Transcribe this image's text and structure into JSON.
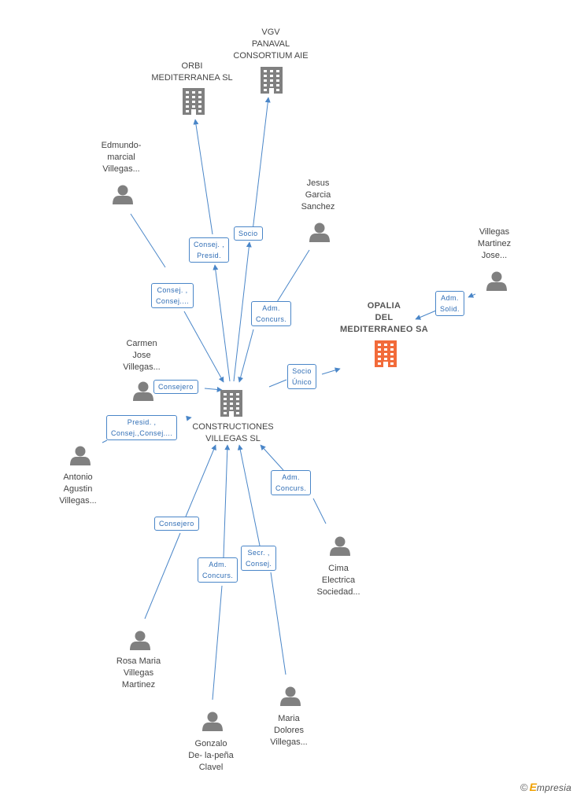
{
  "center": {
    "name": "CONSTRUCTIONES\nVILLEGAS SL"
  },
  "target": {
    "name": "OPALIA\nDEL\nMEDITERRANEO SA"
  },
  "companies": [
    {
      "id": "orbi",
      "name": "ORBI\nMEDITERRANEA SL"
    },
    {
      "id": "vgv",
      "name": "VGV\nPANAVAL\nCONSORTIUM AIE"
    }
  ],
  "persons": [
    {
      "id": "edmundo",
      "name": "Edmundo-\nmarcial\nVillegas..."
    },
    {
      "id": "jesus",
      "name": "Jesus\nGarcia\nSanchez"
    },
    {
      "id": "villegas-martinez",
      "name": "Villegas\nMartinez\nJose..."
    },
    {
      "id": "carmen",
      "name": "Carmen\nJose\nVillegas..."
    },
    {
      "id": "antonio",
      "name": "Antonio\nAgustin\nVillegas..."
    },
    {
      "id": "cima",
      "name": "Cima\nElectrica\nSociedad..."
    },
    {
      "id": "rosa",
      "name": "Rosa Maria\nVillegas\nMartinez"
    },
    {
      "id": "gonzalo",
      "name": "Gonzalo\nDe- la-peña\nClavel"
    },
    {
      "id": "maria",
      "name": "Maria\nDolores\nVillegas..."
    }
  ],
  "edges": [
    {
      "id": "orbi",
      "label": "Consej. ,\nPresid."
    },
    {
      "id": "vgv",
      "label": "Socio"
    },
    {
      "id": "edmundo",
      "label": "Consej. ,\nConsej...."
    },
    {
      "id": "jesus",
      "label": "Adm.\nConcurs."
    },
    {
      "id": "villegas-martinez",
      "label": "Adm.\nSolid."
    },
    {
      "id": "target",
      "label": "Socio\nÚnico"
    },
    {
      "id": "carmen",
      "label": "Consejero"
    },
    {
      "id": "antonio",
      "label": "Presid. ,\nConsej.,Consej...."
    },
    {
      "id": "cima",
      "label": "Adm.\nConcurs."
    },
    {
      "id": "rosa",
      "label": "Consejero"
    },
    {
      "id": "gonzalo",
      "label": "Adm.\nConcurs."
    },
    {
      "id": "maria",
      "label": "Secr. ,\nConsej."
    }
  ],
  "colors": {
    "edge": "#4a86c8",
    "icon": "#808080",
    "target_icon": "#f26b3a"
  },
  "footer": {
    "copyright": "©",
    "brand_initial": "E",
    "brand_rest": "mpresia"
  }
}
